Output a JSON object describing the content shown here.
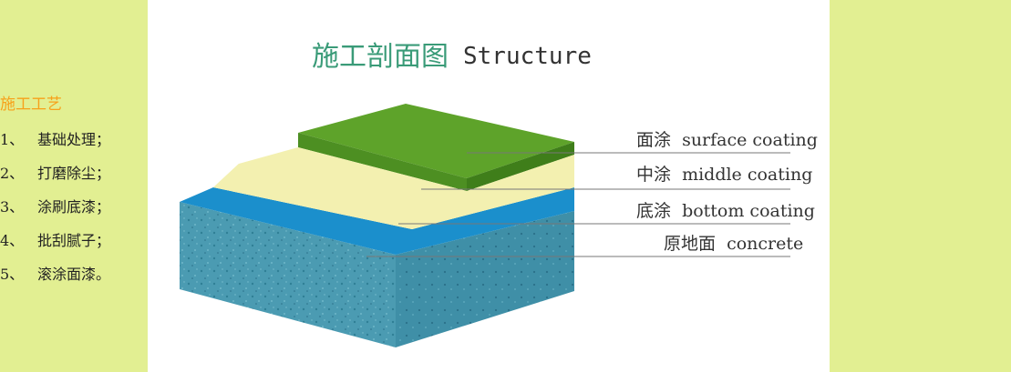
{
  "sidebar": {
    "title": "施工工艺",
    "steps": [
      {
        "num": "1、",
        "text": "基础处理；"
      },
      {
        "num": "2、",
        "text": "打磨除尘；"
      },
      {
        "num": "3、",
        "text": "涂刷底漆；"
      },
      {
        "num": "4、",
        "text": "批刮腻子；"
      },
      {
        "num": "5、",
        "text": "滚涂面漆。"
      }
    ]
  },
  "diagram": {
    "title_cn": "施工剖面图",
    "title_en": "Structure",
    "layers": [
      {
        "cn": "面涂",
        "en": "surface coating",
        "color": "#5ea32a"
      },
      {
        "cn": "中涂",
        "en": "middle coating",
        "color": "#f3f0b0"
      },
      {
        "cn": "底涂",
        "en": "bottom coating",
        "color": "#1b8fcc"
      },
      {
        "cn": "原地面",
        "en": "concrete",
        "color": "#4b9bb2"
      }
    ],
    "title_color": "#3a9b78"
  }
}
